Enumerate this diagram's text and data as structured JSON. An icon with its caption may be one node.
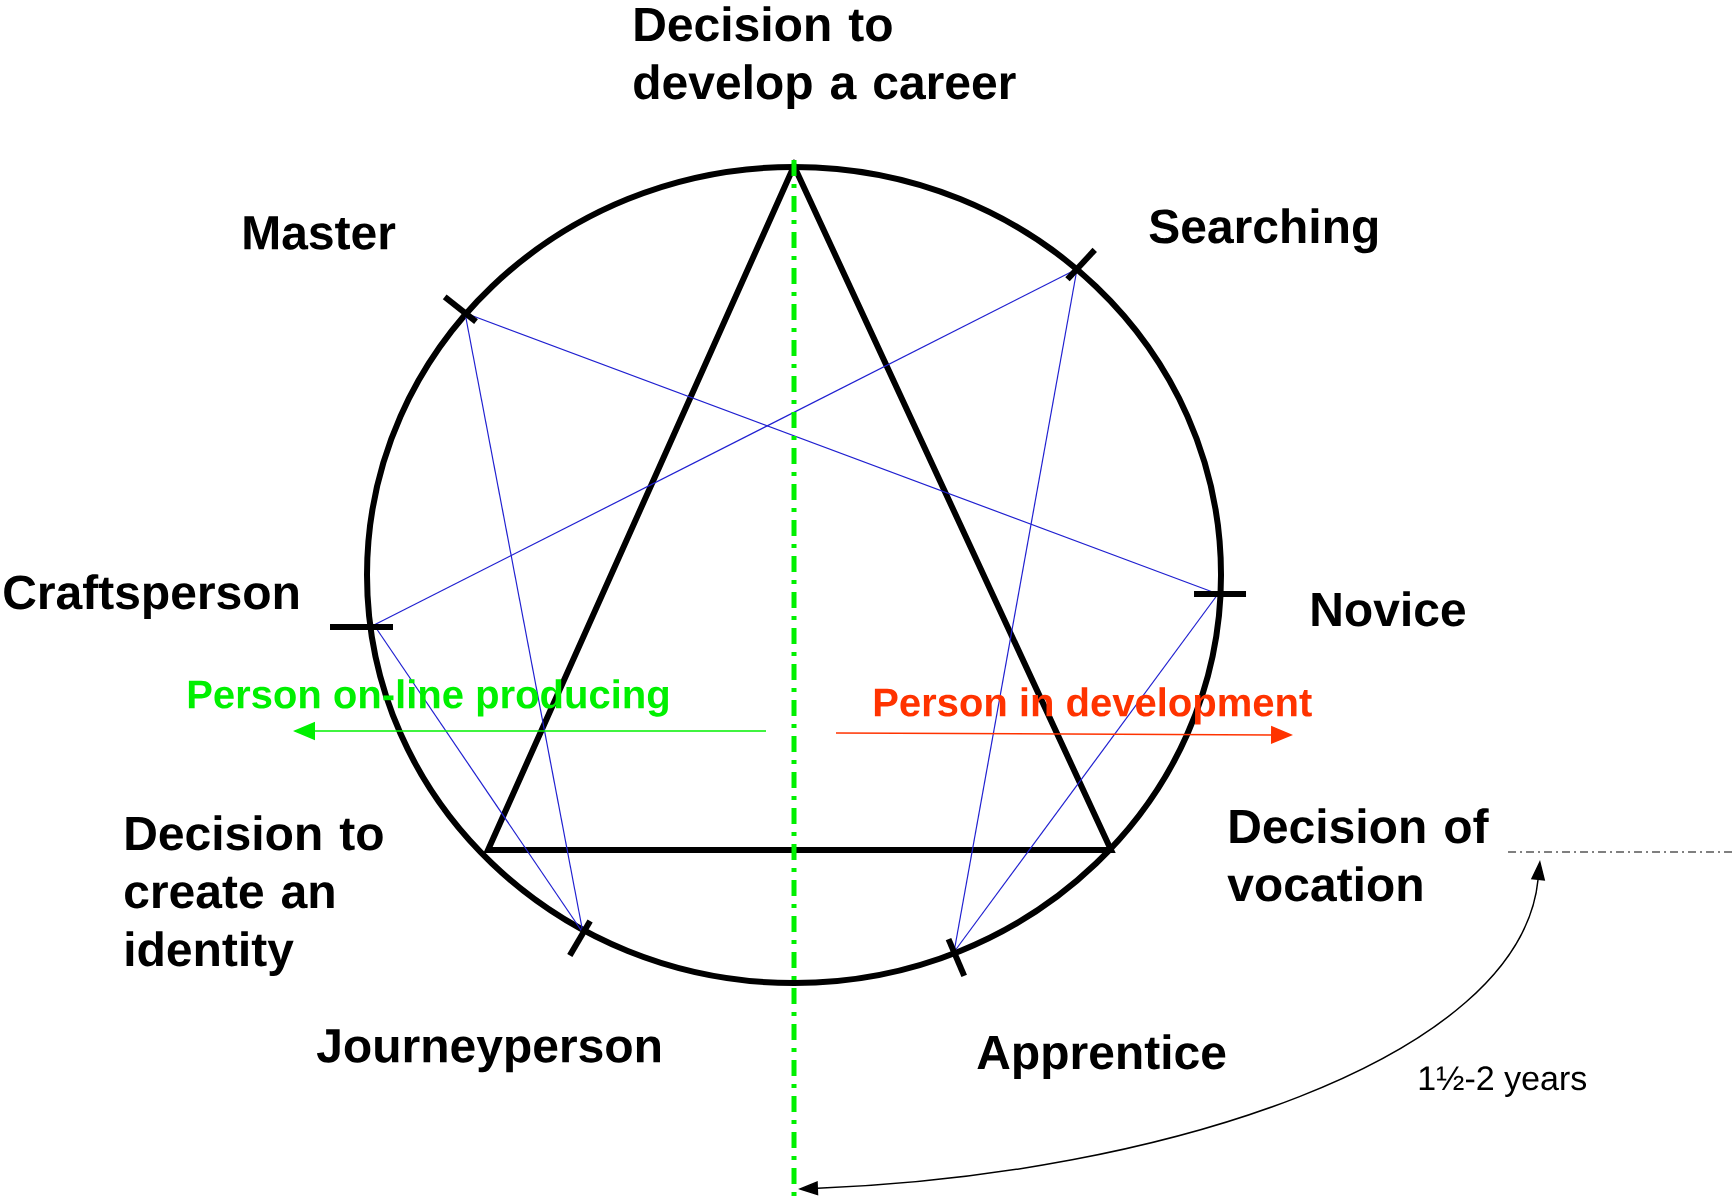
{
  "diagram": {
    "labels": [
      "Decision to develop a career",
      "Master",
      "Searching",
      "Craftsperson",
      "Novice",
      "Person on-line producing",
      "Person in development",
      "Decision to create an identity",
      "Decision of vocation",
      "Journeyperson",
      "Apprentice",
      "1½-2 years"
    ]
  }
}
